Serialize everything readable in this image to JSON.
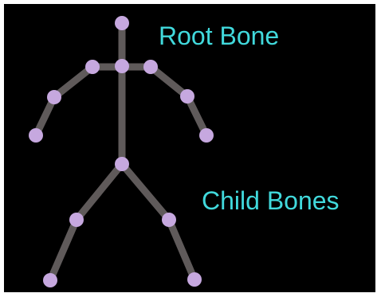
{
  "colors": {
    "background": "#000000",
    "bone": "#5f5a5a",
    "joint": "#c6a8df",
    "label": "#41d9dc"
  },
  "labels": {
    "root": "Root Bone",
    "children": "Child Bones"
  },
  "skeleton": {
    "joints": [
      "head",
      "neck",
      "left-shoulder",
      "right-shoulder",
      "left-elbow",
      "right-elbow",
      "left-hand",
      "right-hand",
      "hip",
      "left-knee",
      "right-knee",
      "left-foot",
      "right-foot"
    ],
    "bones": [
      [
        "head",
        "neck"
      ],
      [
        "neck",
        "hip"
      ],
      [
        "left-shoulder",
        "right-shoulder"
      ],
      [
        "left-shoulder",
        "left-elbow"
      ],
      [
        "left-elbow",
        "left-hand"
      ],
      [
        "right-shoulder",
        "right-elbow"
      ],
      [
        "right-elbow",
        "right-hand"
      ],
      [
        "hip",
        "left-knee"
      ],
      [
        "left-knee",
        "left-foot"
      ],
      [
        "hip",
        "right-knee"
      ],
      [
        "right-knee",
        "right-foot"
      ]
    ]
  }
}
